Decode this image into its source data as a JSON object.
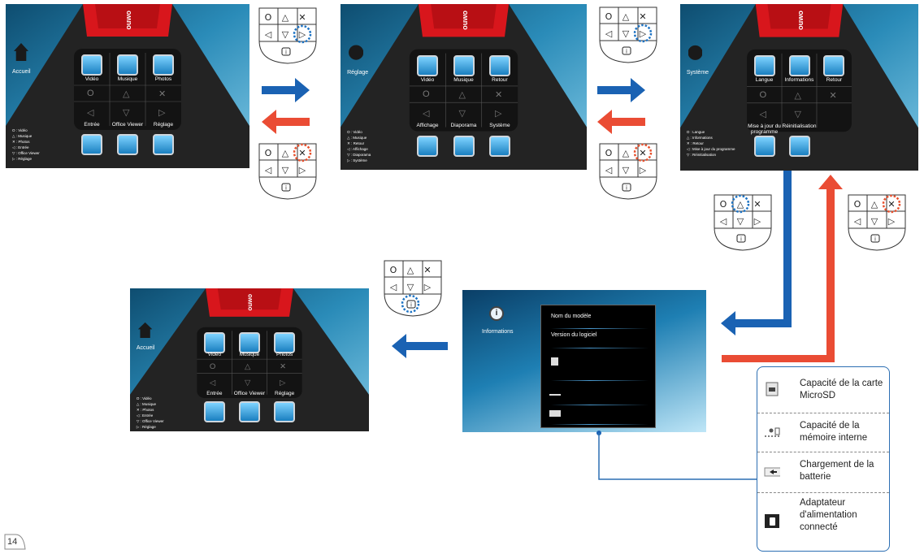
{
  "screens": {
    "home": {
      "title": "Accueil",
      "cells": [
        "Vidéo",
        "Musique",
        "Photos",
        "Entrée",
        "Office Viewer",
        "Réglage"
      ],
      "legend": [
        "O : Vidéo",
        "△ : Musique",
        "✕ : Photos",
        "◁ : Entrée",
        "▽ : Office Viewer",
        "▷ : Réglage"
      ]
    },
    "reglage": {
      "title": "Réglage",
      "cells": [
        "Vidéo",
        "Musique",
        "Retour",
        "Affichage",
        "Diaporama",
        "Système"
      ],
      "legend": [
        "O : Vidéo",
        "△ : Musique",
        "✕ : Retour",
        "◁ : Affichage",
        "▽ : Diaporama",
        "▷ : Système"
      ]
    },
    "systeme": {
      "title": "Système",
      "cells": [
        "Langue",
        "Informations",
        "Retour",
        "Mise à jour du programme",
        "Réinitialisation",
        ""
      ],
      "legend": [
        "O : Langue",
        "△ : Informations",
        "✕ : Retour",
        "◁ : Mise à jour du programme",
        "▽ : Réinitialisation"
      ]
    },
    "home2": {
      "title": "Accueil",
      "cells": [
        "Vidéo",
        "Musique",
        "Photos",
        "Entrée",
        "Office Viewer",
        "Réglage"
      ],
      "legend": [
        "O : Vidéo",
        "△ : Musique",
        "✕ : Photos",
        "◁ : Entrée",
        "▽ : Office Viewer",
        "▷ : Réglage"
      ]
    },
    "informations": {
      "title": "Informations",
      "rows": [
        "Nom du modèle",
        "Version du logiciel"
      ]
    }
  },
  "brand_strip": "ouwo",
  "legend_box": [
    {
      "icon": "microsd-icon",
      "text": "Capacité de la carte MicroSD"
    },
    {
      "icon": "internal-memory-icon",
      "text": "Capacité de la mémoire interne"
    },
    {
      "icon": "battery-charging-icon",
      "text": "Chargement de la batterie"
    },
    {
      "icon": "power-adapter-icon",
      "text": "Adaptateur d'alimentation connecté"
    }
  ],
  "remote_glyphs": {
    "circle": "O",
    "up": "△",
    "cross": "✕",
    "left": "◁",
    "down": "▽",
    "right": "▷",
    "info": "i"
  },
  "page_number": "14",
  "colors": {
    "blue_arrow": "#1a62b3",
    "red_arrow": "#ea4c34",
    "highlight_blue": "#1d73c4",
    "highlight_red": "#e8502d",
    "brand_red": "#d8161c"
  }
}
